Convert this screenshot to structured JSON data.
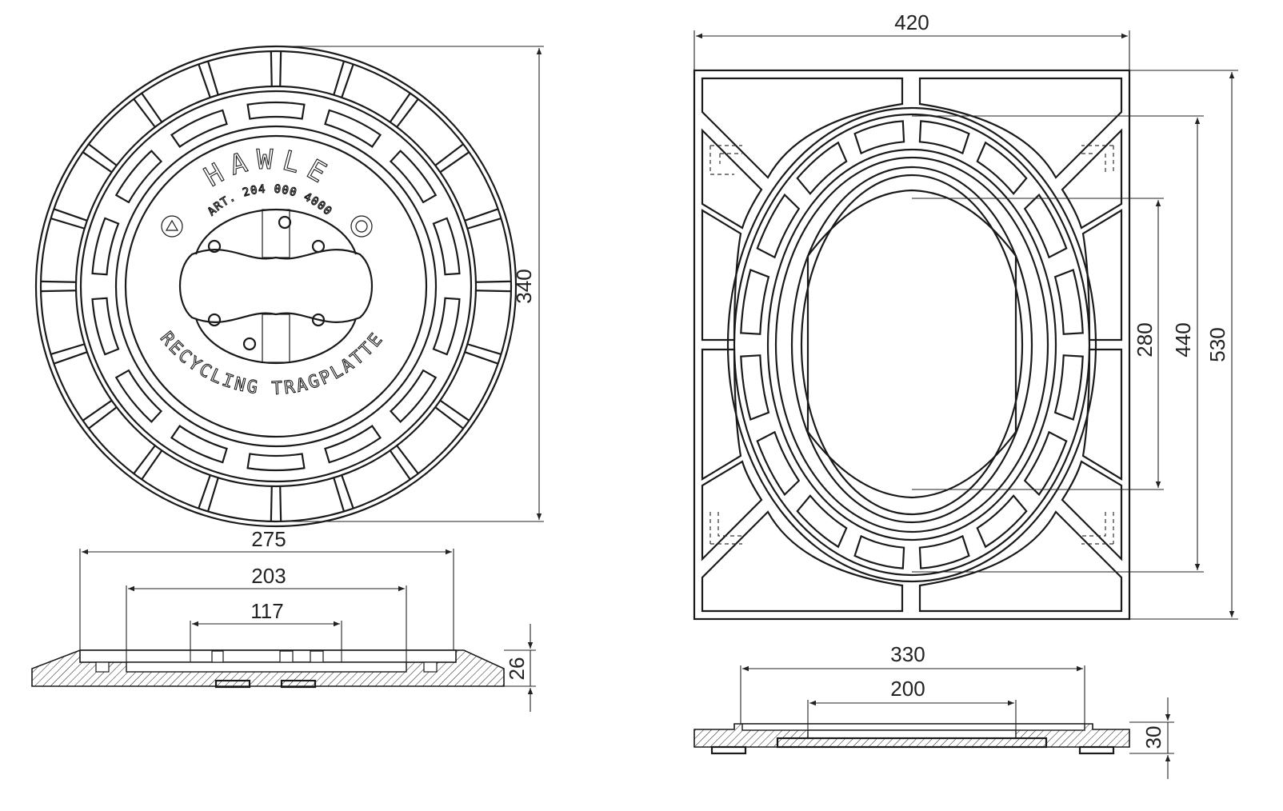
{
  "engraving": {
    "brand": "HAWLE",
    "article": "ART. 204 000 4000",
    "bottom_text": "RECYCLING TRAGPLATTE"
  },
  "dimensions": {
    "round_diameter": "340",
    "round_outer": "275",
    "round_middle": "203",
    "round_inner": "117",
    "round_height": "26",
    "square_width": "420",
    "square_height": "530",
    "oval_outer": "440",
    "oval_inner": "280",
    "square_section_outer": "330",
    "square_section_inner": "200",
    "square_section_height": "30"
  }
}
